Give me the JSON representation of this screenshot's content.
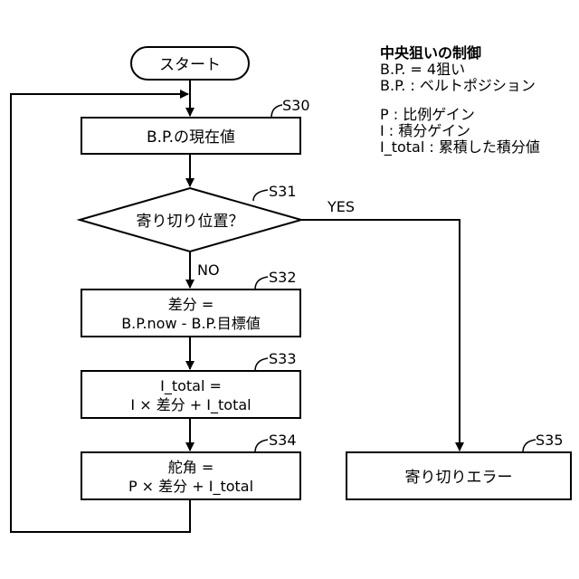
{
  "flowchart": {
    "start": "スタート",
    "s30": {
      "step": "S30",
      "text": "B.P.の現在値"
    },
    "s31": {
      "step": "S31",
      "text": "寄り切り位置？",
      "yes": "YES",
      "no": "NO"
    },
    "s32": {
      "step": "S32",
      "line1": "差分 =",
      "line2": "B.P.now - B.P.目標値"
    },
    "s33": {
      "step": "S33",
      "line1": "I_total =",
      "line2": "I × 差分 + I_total"
    },
    "s34": {
      "step": "S34",
      "line1": "舵角 =",
      "line2": "P × 差分 + I_total"
    },
    "s35": {
      "step": "S35",
      "text": "寄り切りエラー"
    }
  },
  "legend": {
    "title": "中央狙いの制御",
    "bp_target": "B.P. = 4狙い",
    "bp_def": "B.P. : ベルトポジション",
    "p_def": "P : 比例ゲイン",
    "i_def": "I : 積分ゲイン",
    "itotal_def": "I_total : 累積した積分値"
  }
}
